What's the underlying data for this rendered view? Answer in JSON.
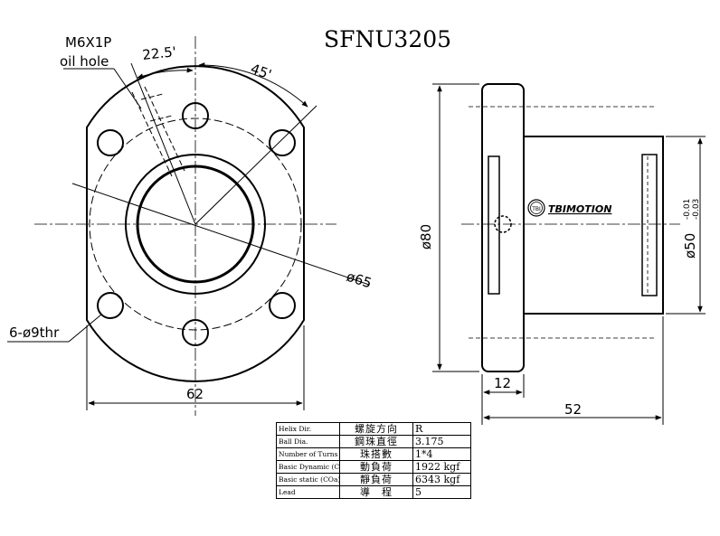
{
  "title": "SFNU3205",
  "front_view": {
    "oil_hole_label_line1": "M6X1P",
    "oil_hole_label_line2": "oil hole",
    "angle_small": "22.5'",
    "angle_large": "45'",
    "pitch_circle_label": "ø65",
    "holes_label": "6-ø9thr",
    "width_label": "62"
  },
  "side_view": {
    "flange_diameter_label": "ø80",
    "body_diameter_label": "ø50",
    "tolerance_upper": "-0.01",
    "tolerance_lower": "-0.03",
    "flange_thickness_label": "12",
    "total_length_label": "52",
    "brand_logo_text": "TBI",
    "brand_name": "TBIMOTION"
  },
  "spec_table": {
    "rows": [
      {
        "en": "Helix  Dir.",
        "zh": "螺旋方向",
        "value": "R"
      },
      {
        "en": "Ball Dia.",
        "zh": "鋼珠直徑",
        "value": "3.175"
      },
      {
        "en": "Number of Turns",
        "zh": "珠搭數",
        "value": "1*4"
      },
      {
        "en": "Basic Dynamic (Ca)",
        "zh": "動負荷",
        "value": "1922 kgf"
      },
      {
        "en": "Basic static (COa)",
        "zh": "靜負荷",
        "value": "6343 kgf"
      },
      {
        "en": "Lead",
        "zh": "導　程",
        "value": "5"
      }
    ]
  }
}
